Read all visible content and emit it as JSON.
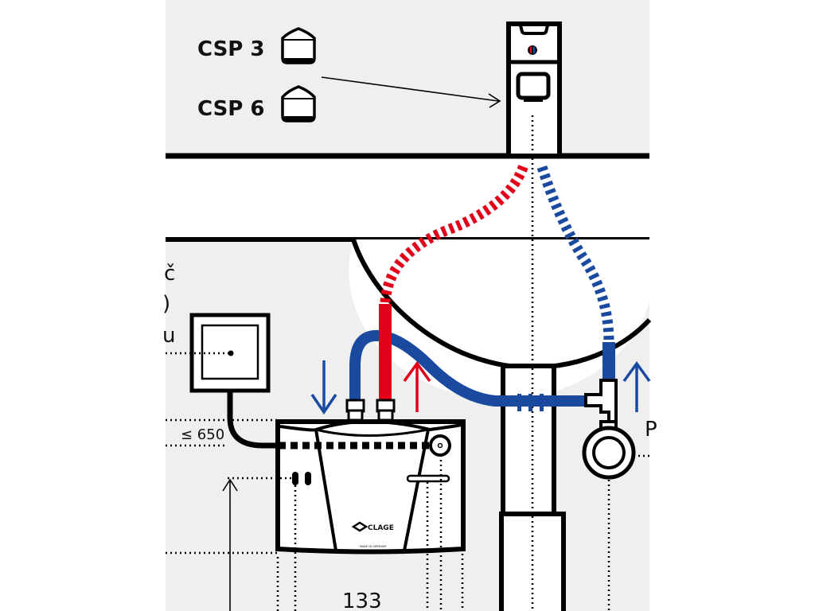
{
  "diagram": {
    "title": "Undersink water heater installation",
    "models": [
      {
        "label": "CSP 3",
        "icon": "tank-icon"
      },
      {
        "label": "CSP 6",
        "icon": "tank-icon"
      }
    ],
    "dimension_max_height": "≤ 650",
    "dimension_width": "133",
    "brand_label": "CLAGE",
    "brand_sublabel": "MADE IN GERMANY",
    "cut_text_left": [
      "č",
      ")",
      "u"
    ],
    "cut_text_right": "P",
    "colors": {
      "background": "#efefef",
      "panel": "#ffffff",
      "outline": "#000000",
      "hot": "#e2001a",
      "cold": "#1a4aa0"
    },
    "flows": [
      {
        "name": "cold-inlet",
        "direction": "down",
        "color": "cold"
      },
      {
        "name": "hot-outlet",
        "direction": "up",
        "color": "hot"
      },
      {
        "name": "cold-supply",
        "direction": "up",
        "color": "cold"
      }
    ]
  }
}
